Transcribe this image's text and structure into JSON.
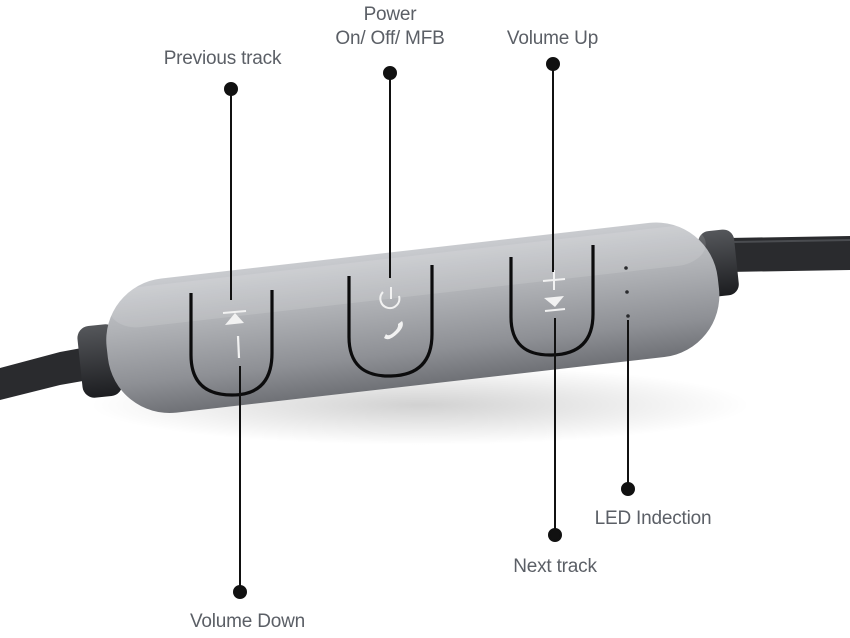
{
  "callouts": {
    "previous_track": "Previous track",
    "power_line1": "Power",
    "power_line2": "On/ Off/ MFB",
    "volume_up": "Volume Up",
    "led_indication": "LED Indection",
    "next_track": "Next track",
    "volume_down": "Volume Down"
  },
  "icons": {
    "previous": "previous-track-icon",
    "volume_down": "volume-down-icon",
    "power": "power-icon",
    "call": "phone-icon",
    "volume_up": "volume-up-icon",
    "next": "next-track-icon",
    "led": "led-indicator-dots"
  },
  "colors": {
    "body": "#9a9ca0",
    "cable": "#26272a",
    "line": "#111111",
    "label": "#5b5f66"
  }
}
